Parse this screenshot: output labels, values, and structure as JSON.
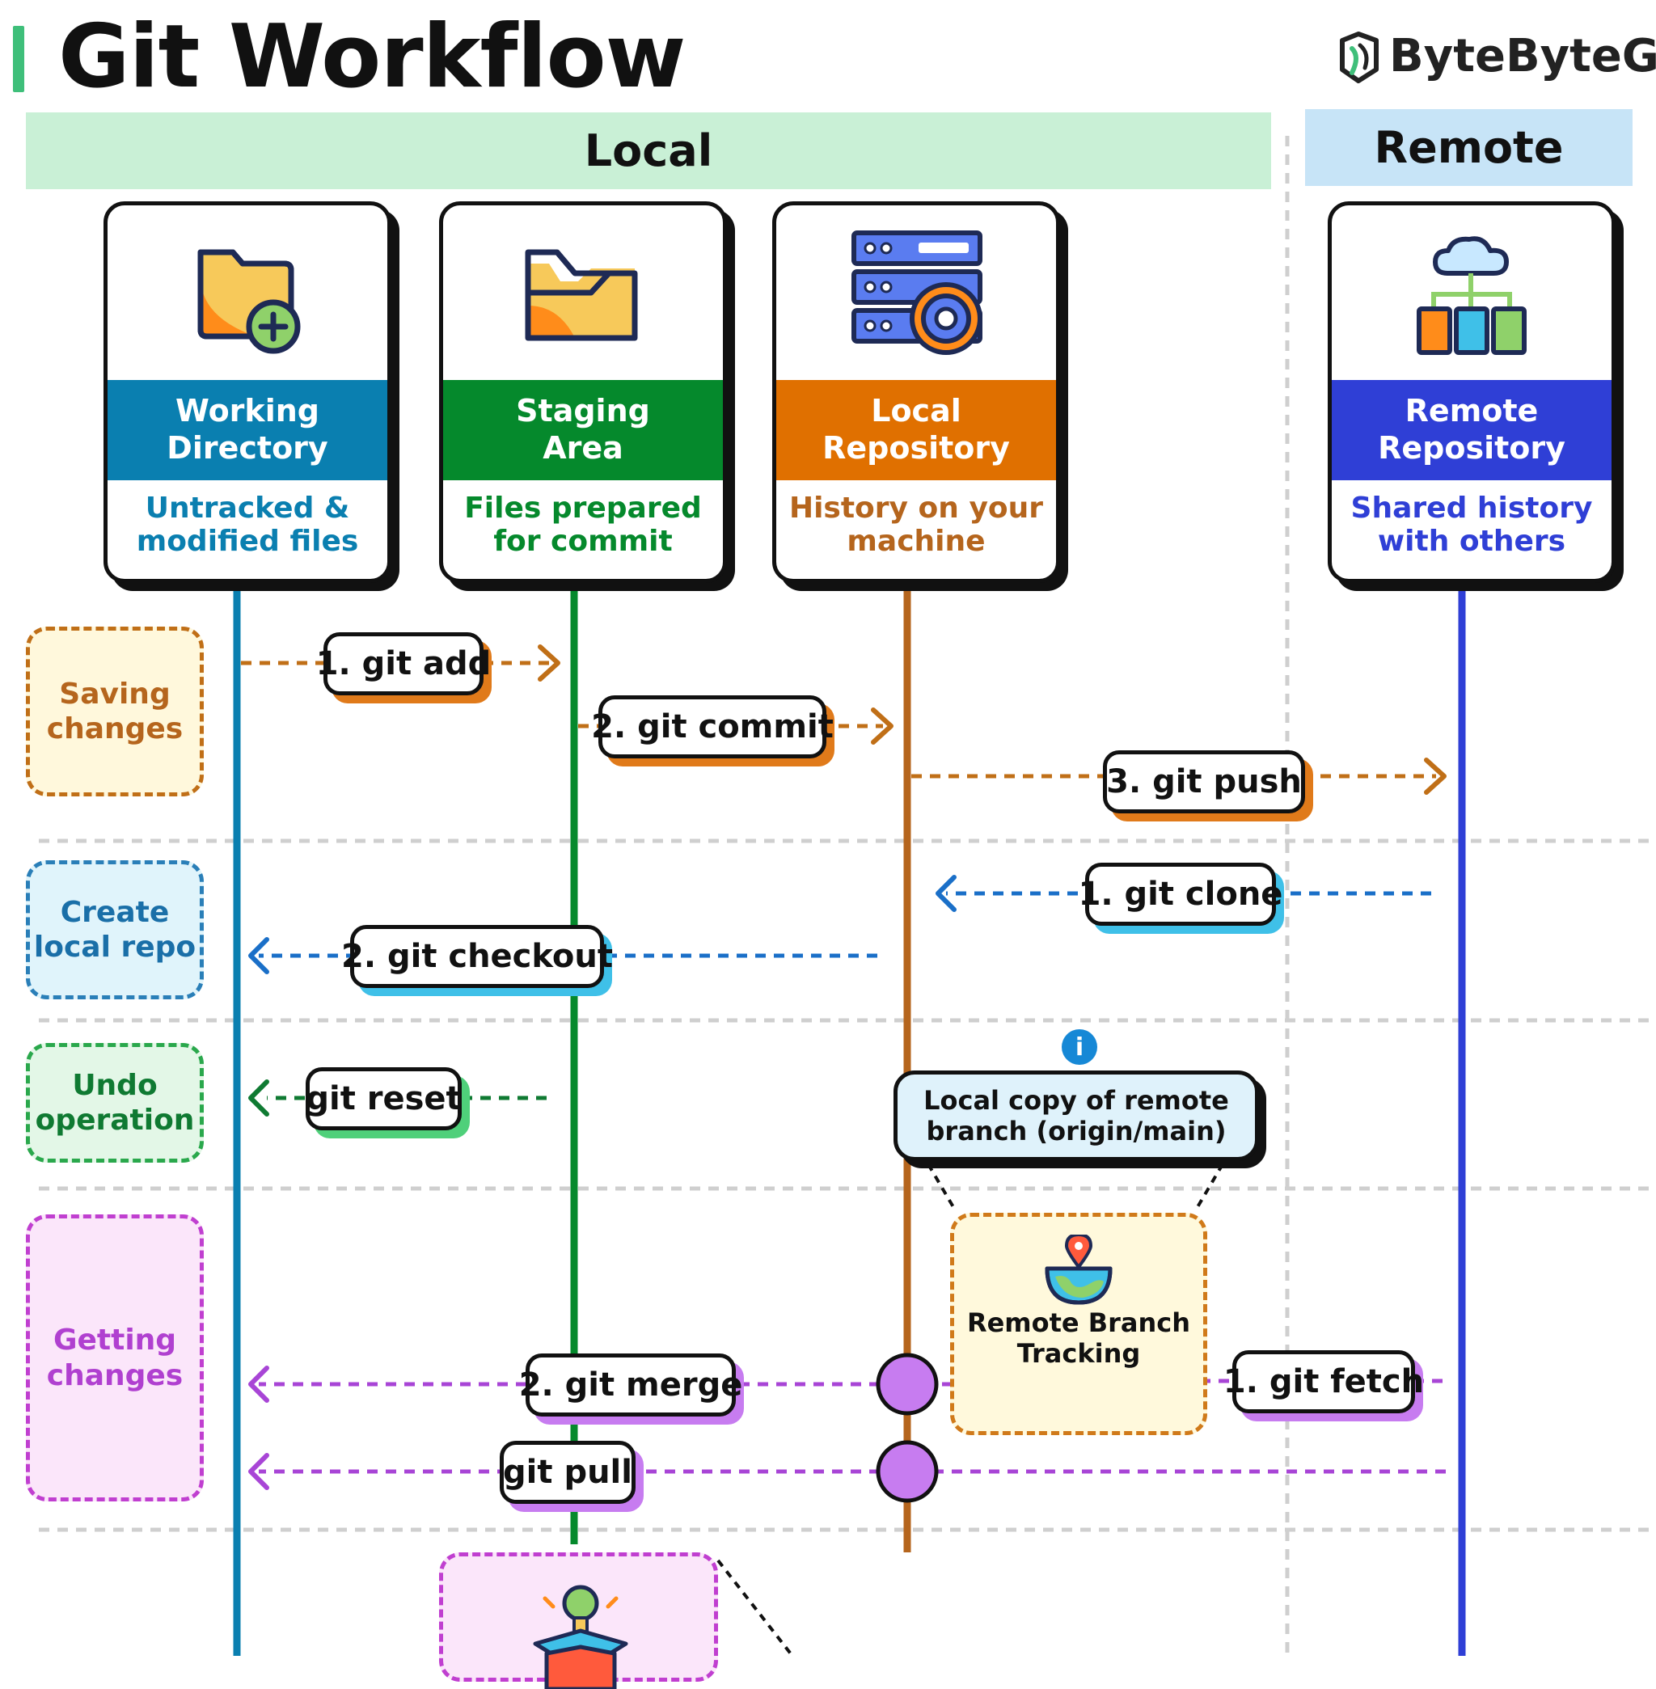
{
  "header": {
    "title": "Git Workflow",
    "brand": "ByteByteGo"
  },
  "zones": {
    "local": "Local",
    "remote": "Remote"
  },
  "colors": {
    "working": "#0a7fb0",
    "staging": "#05892c",
    "localrepo": "#e07000",
    "remote": "#2f3fd6",
    "saving": "#c06f17",
    "create": "#1a6fc8",
    "undo": "#0f7a32",
    "getting": "#a845d6"
  },
  "cards": {
    "working": {
      "title1": "Working",
      "title2": "Directory",
      "desc1": "Untracked &",
      "desc2": "modified files",
      "icon": "folder-plus-icon"
    },
    "staging": {
      "title1": "Staging",
      "title2": "Area",
      "desc1": "Files prepared",
      "desc2": "for commit",
      "icon": "folder-icon"
    },
    "localrepo": {
      "title1": "Local",
      "title2": "Repository",
      "desc1": "History on your",
      "desc2": "machine",
      "icon": "server-gear-icon"
    },
    "remote": {
      "title1": "Remote",
      "title2": "Repository",
      "desc1": "Shared history",
      "desc2": "with others",
      "icon": "cloud-network-icon"
    }
  },
  "categories": {
    "saving": {
      "line1": "Saving",
      "line2": "changes"
    },
    "create": {
      "line1": "Create",
      "line2": "local repo"
    },
    "undo": {
      "line1": "Undo",
      "line2": "operation"
    },
    "getting": {
      "line1": "Getting",
      "line2": "changes"
    }
  },
  "commands": {
    "add": "1. git add",
    "commit": "2. git commit",
    "push": "3. git push",
    "clone": "1. git clone",
    "checkout": "2. git checkout",
    "reset": "git reset",
    "fetch": "1. git fetch",
    "merge": "2. git merge",
    "pull": "git pull"
  },
  "notes": {
    "info_icon": "i",
    "local_copy_line1": "Local copy of remote",
    "local_copy_line2": "branch (origin/main)",
    "tracking_line1": "Remote Branch",
    "tracking_line2": "Tracking"
  }
}
